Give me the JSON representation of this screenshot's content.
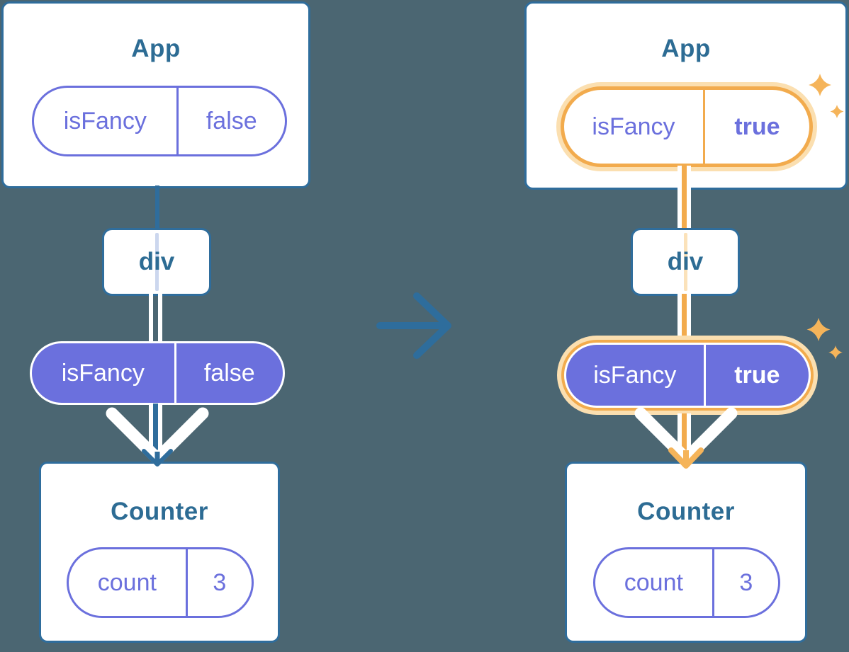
{
  "colors": {
    "background": "#4b6672",
    "card_border_blue": "#2f6d9c",
    "title_blue": "#2d6c94",
    "indigo": "#6b70dd",
    "orange": "#f2ab4d",
    "orange_glow": "#fbdfb0",
    "thread_lavender": "#ccd7ee",
    "thread_peach": "#fbe2ba",
    "white": "#ffffff"
  },
  "left_tree": {
    "app": {
      "title": "App",
      "state": {
        "key": "isFancy",
        "value": "false"
      }
    },
    "div_node": {
      "label": "div"
    },
    "passed_state": {
      "key": "isFancy",
      "value": "false"
    },
    "counter": {
      "title": "Counter",
      "state": {
        "key": "count",
        "value": "3"
      }
    }
  },
  "right_tree": {
    "app": {
      "title": "App",
      "state": {
        "key": "isFancy",
        "value": "true"
      }
    },
    "div_node": {
      "label": "div"
    },
    "passed_state": {
      "key": "isFancy",
      "value": "true"
    },
    "counter": {
      "title": "Counter",
      "state": {
        "key": "count",
        "value": "3"
      }
    }
  }
}
